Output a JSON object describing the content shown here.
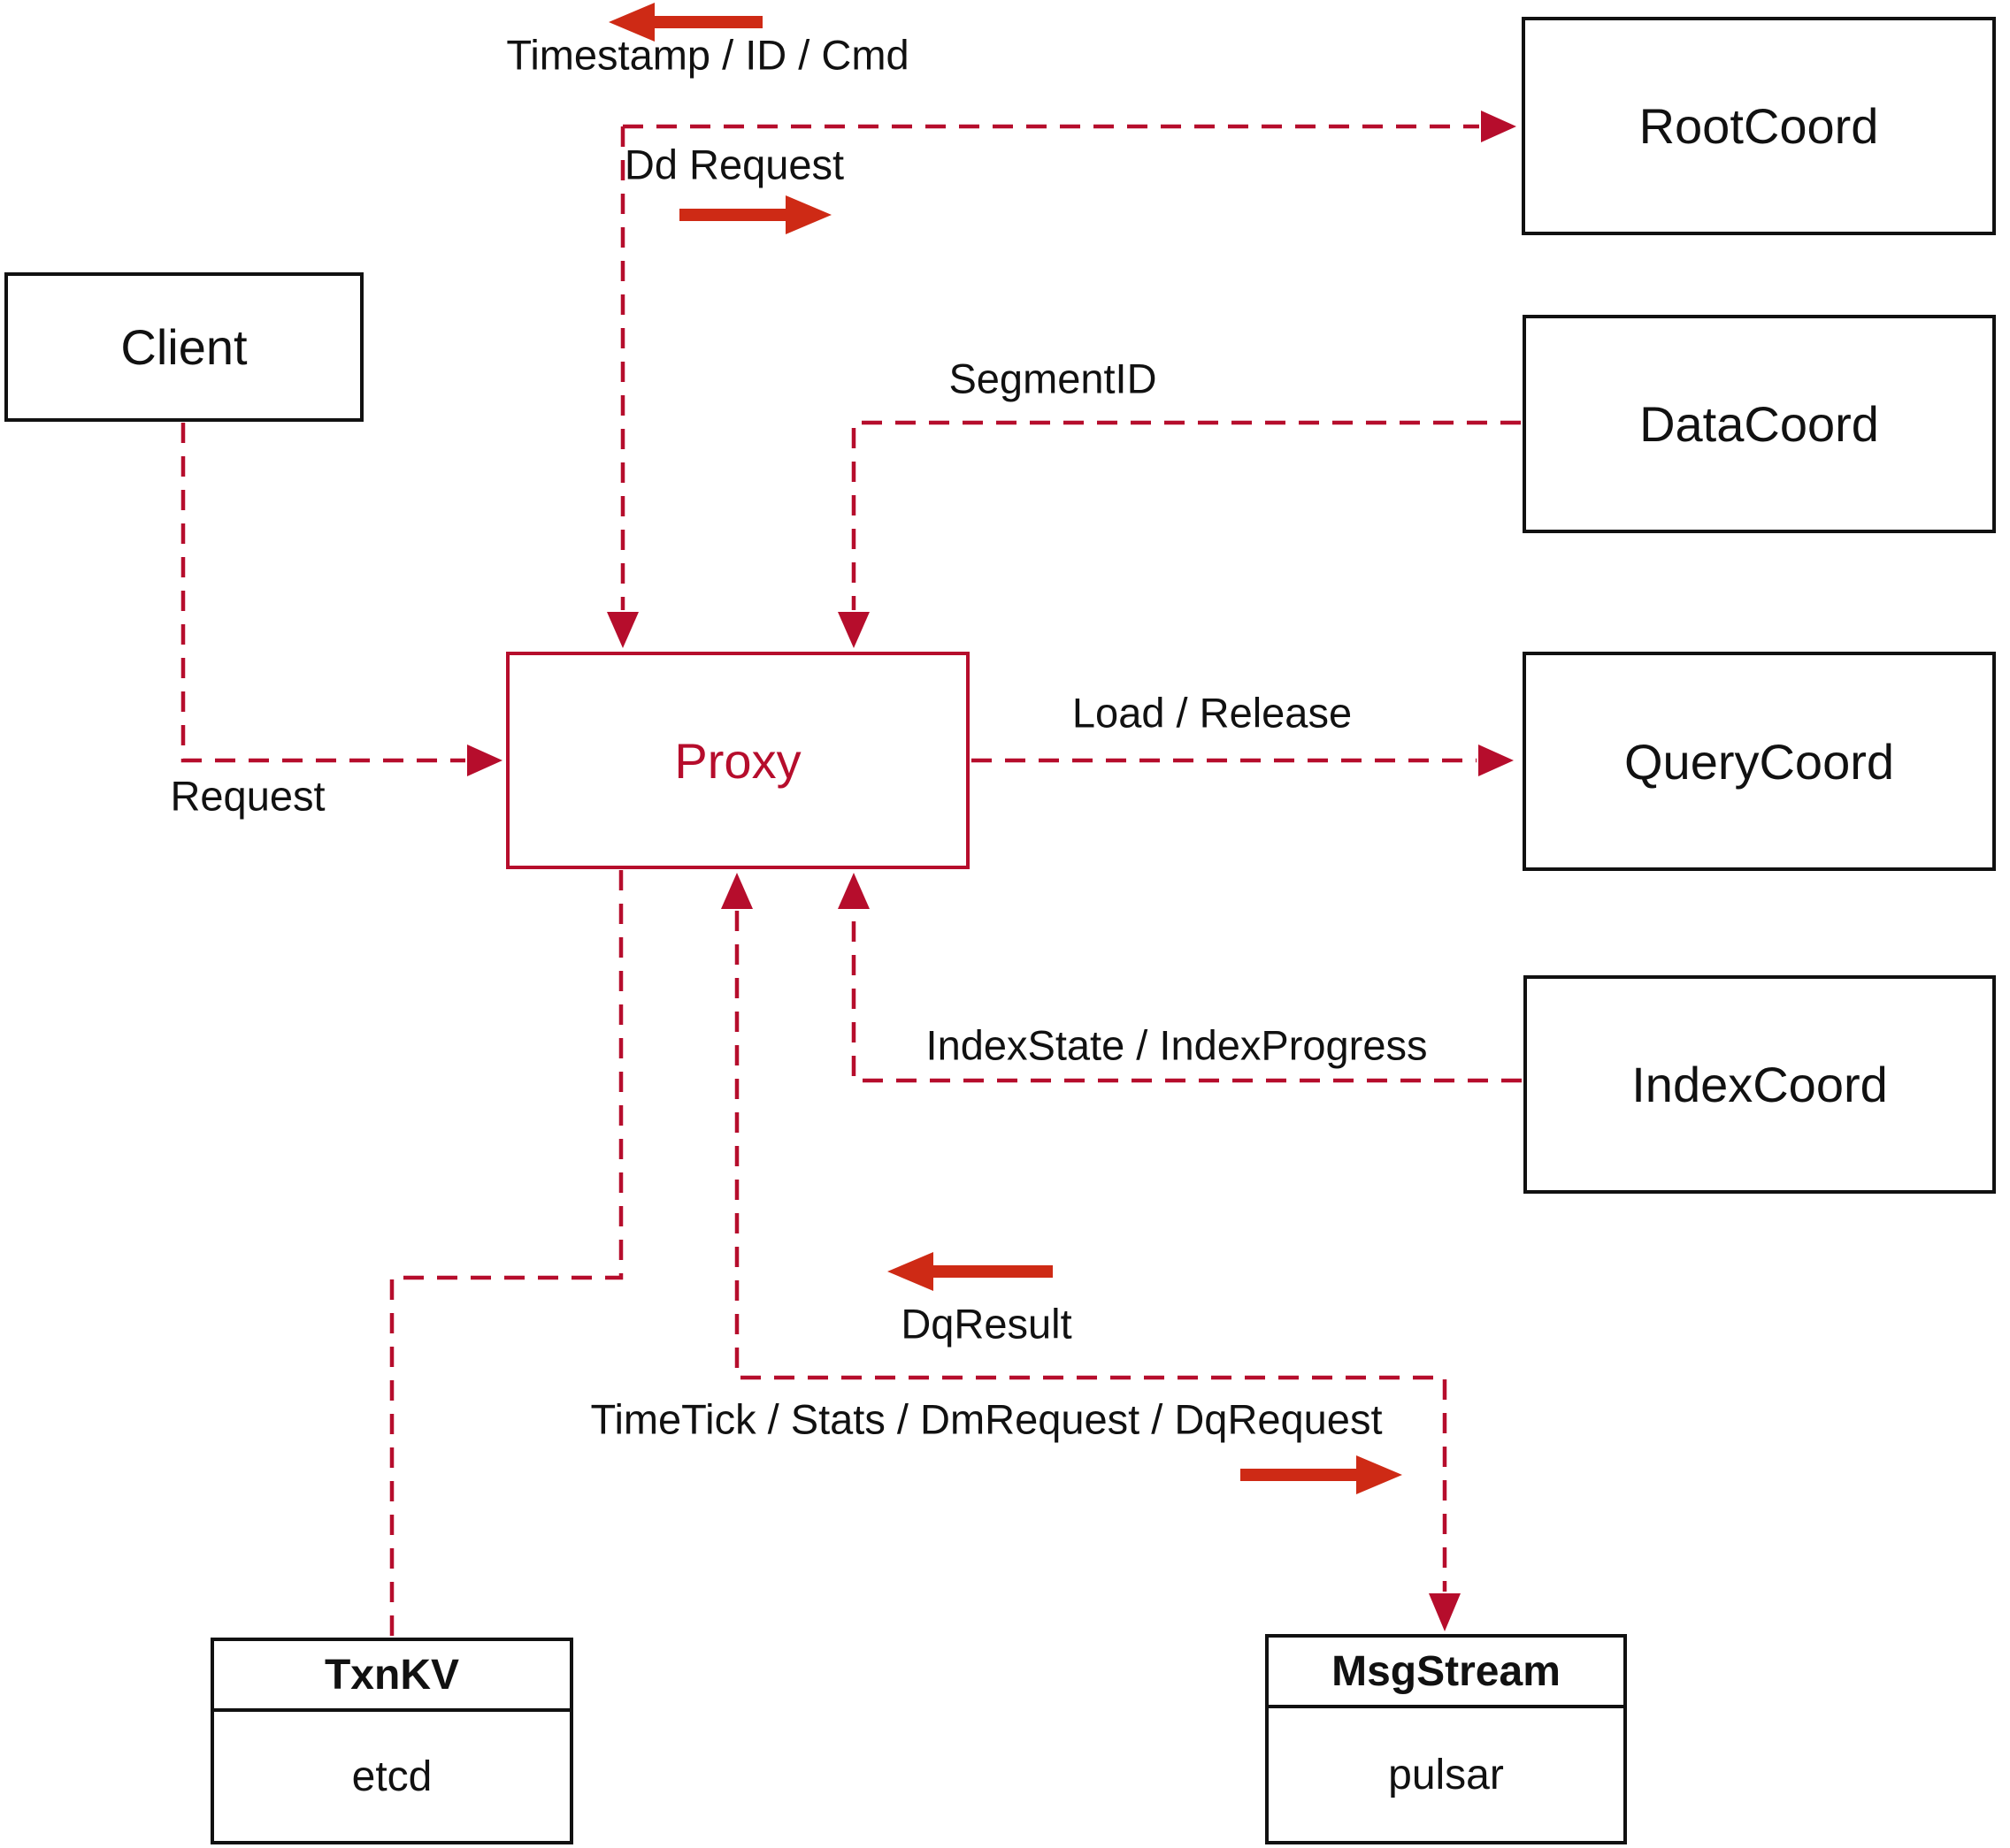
{
  "title": "Proxy architecture diagram",
  "colors": {
    "line_red": "#b60d2c",
    "arrow_red": "#ce2a15",
    "box_black": "#111111",
    "text_black": "#111111",
    "background": "#ffffff"
  },
  "nodes": {
    "client": {
      "label": "Client"
    },
    "proxy": {
      "label": "Proxy"
    },
    "root_coord": {
      "label": "RootCoord"
    },
    "data_coord": {
      "label": "DataCoord"
    },
    "query_coord": {
      "label": "QueryCoord"
    },
    "index_coord": {
      "label": "IndexCoord"
    },
    "txn_kv": {
      "title": "TxnKV",
      "subtitle": "etcd"
    },
    "msg_stream": {
      "title": "MsgStream",
      "subtitle": "pulsar"
    }
  },
  "edge_labels": {
    "request": "Request",
    "timestamp_id_cmd": "Timestamp / ID / Cmd",
    "dd_request": "Dd Request",
    "segment_id": "SegmentID",
    "load_release": "Load / Release",
    "index_state_progress": "IndexState / IndexProgress",
    "dq_result": "DqResult",
    "timetick_stats": "TimeTick / Stats / DmRequest / DqRequest"
  }
}
